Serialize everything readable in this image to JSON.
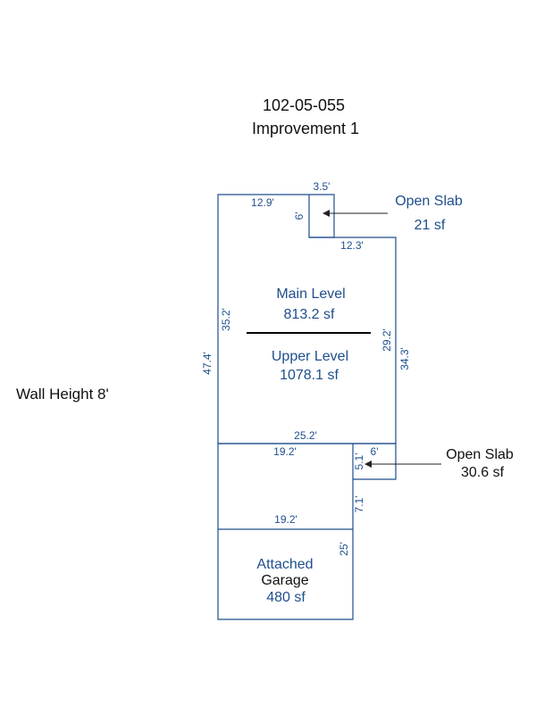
{
  "header": {
    "parcel_id": "102-05-055",
    "improvement": "Improvement 1"
  },
  "wall_height": "Wall Height 8'",
  "colors": {
    "outline": "#1f4e8c",
    "label": "#1f4e8c",
    "text": "#111111"
  },
  "areas": {
    "open_slab_top": {
      "name": "Open Slab",
      "sf": "21 sf"
    },
    "main_level": {
      "name": "Main Level",
      "sf": "813.2 sf"
    },
    "upper_level": {
      "name": "Upper Level",
      "sf": "1078.1 sf"
    },
    "open_slab_right": {
      "name": "Open Slab",
      "sf": "30.6 sf"
    },
    "garage": {
      "name1": "Attached",
      "name2": "Garage",
      "sf": "480 sf"
    }
  },
  "dimensions": {
    "slab_top_width": "3.5'",
    "top_left_width": "12.9'",
    "slab_top_depth": "6'",
    "notch_width": "12.3'",
    "left_inner": "35.2'",
    "left_total": "47.4'",
    "right_inner": "29.2'",
    "right_total": "34.3'",
    "house_bottom": "25.2'",
    "garage_top": "19.2'",
    "slab_right_width": "6'",
    "slab_right_depth": "5.1'",
    "garage_offset": "7.1'",
    "garage_mid": "19.2'",
    "garage_depth": "25'"
  }
}
